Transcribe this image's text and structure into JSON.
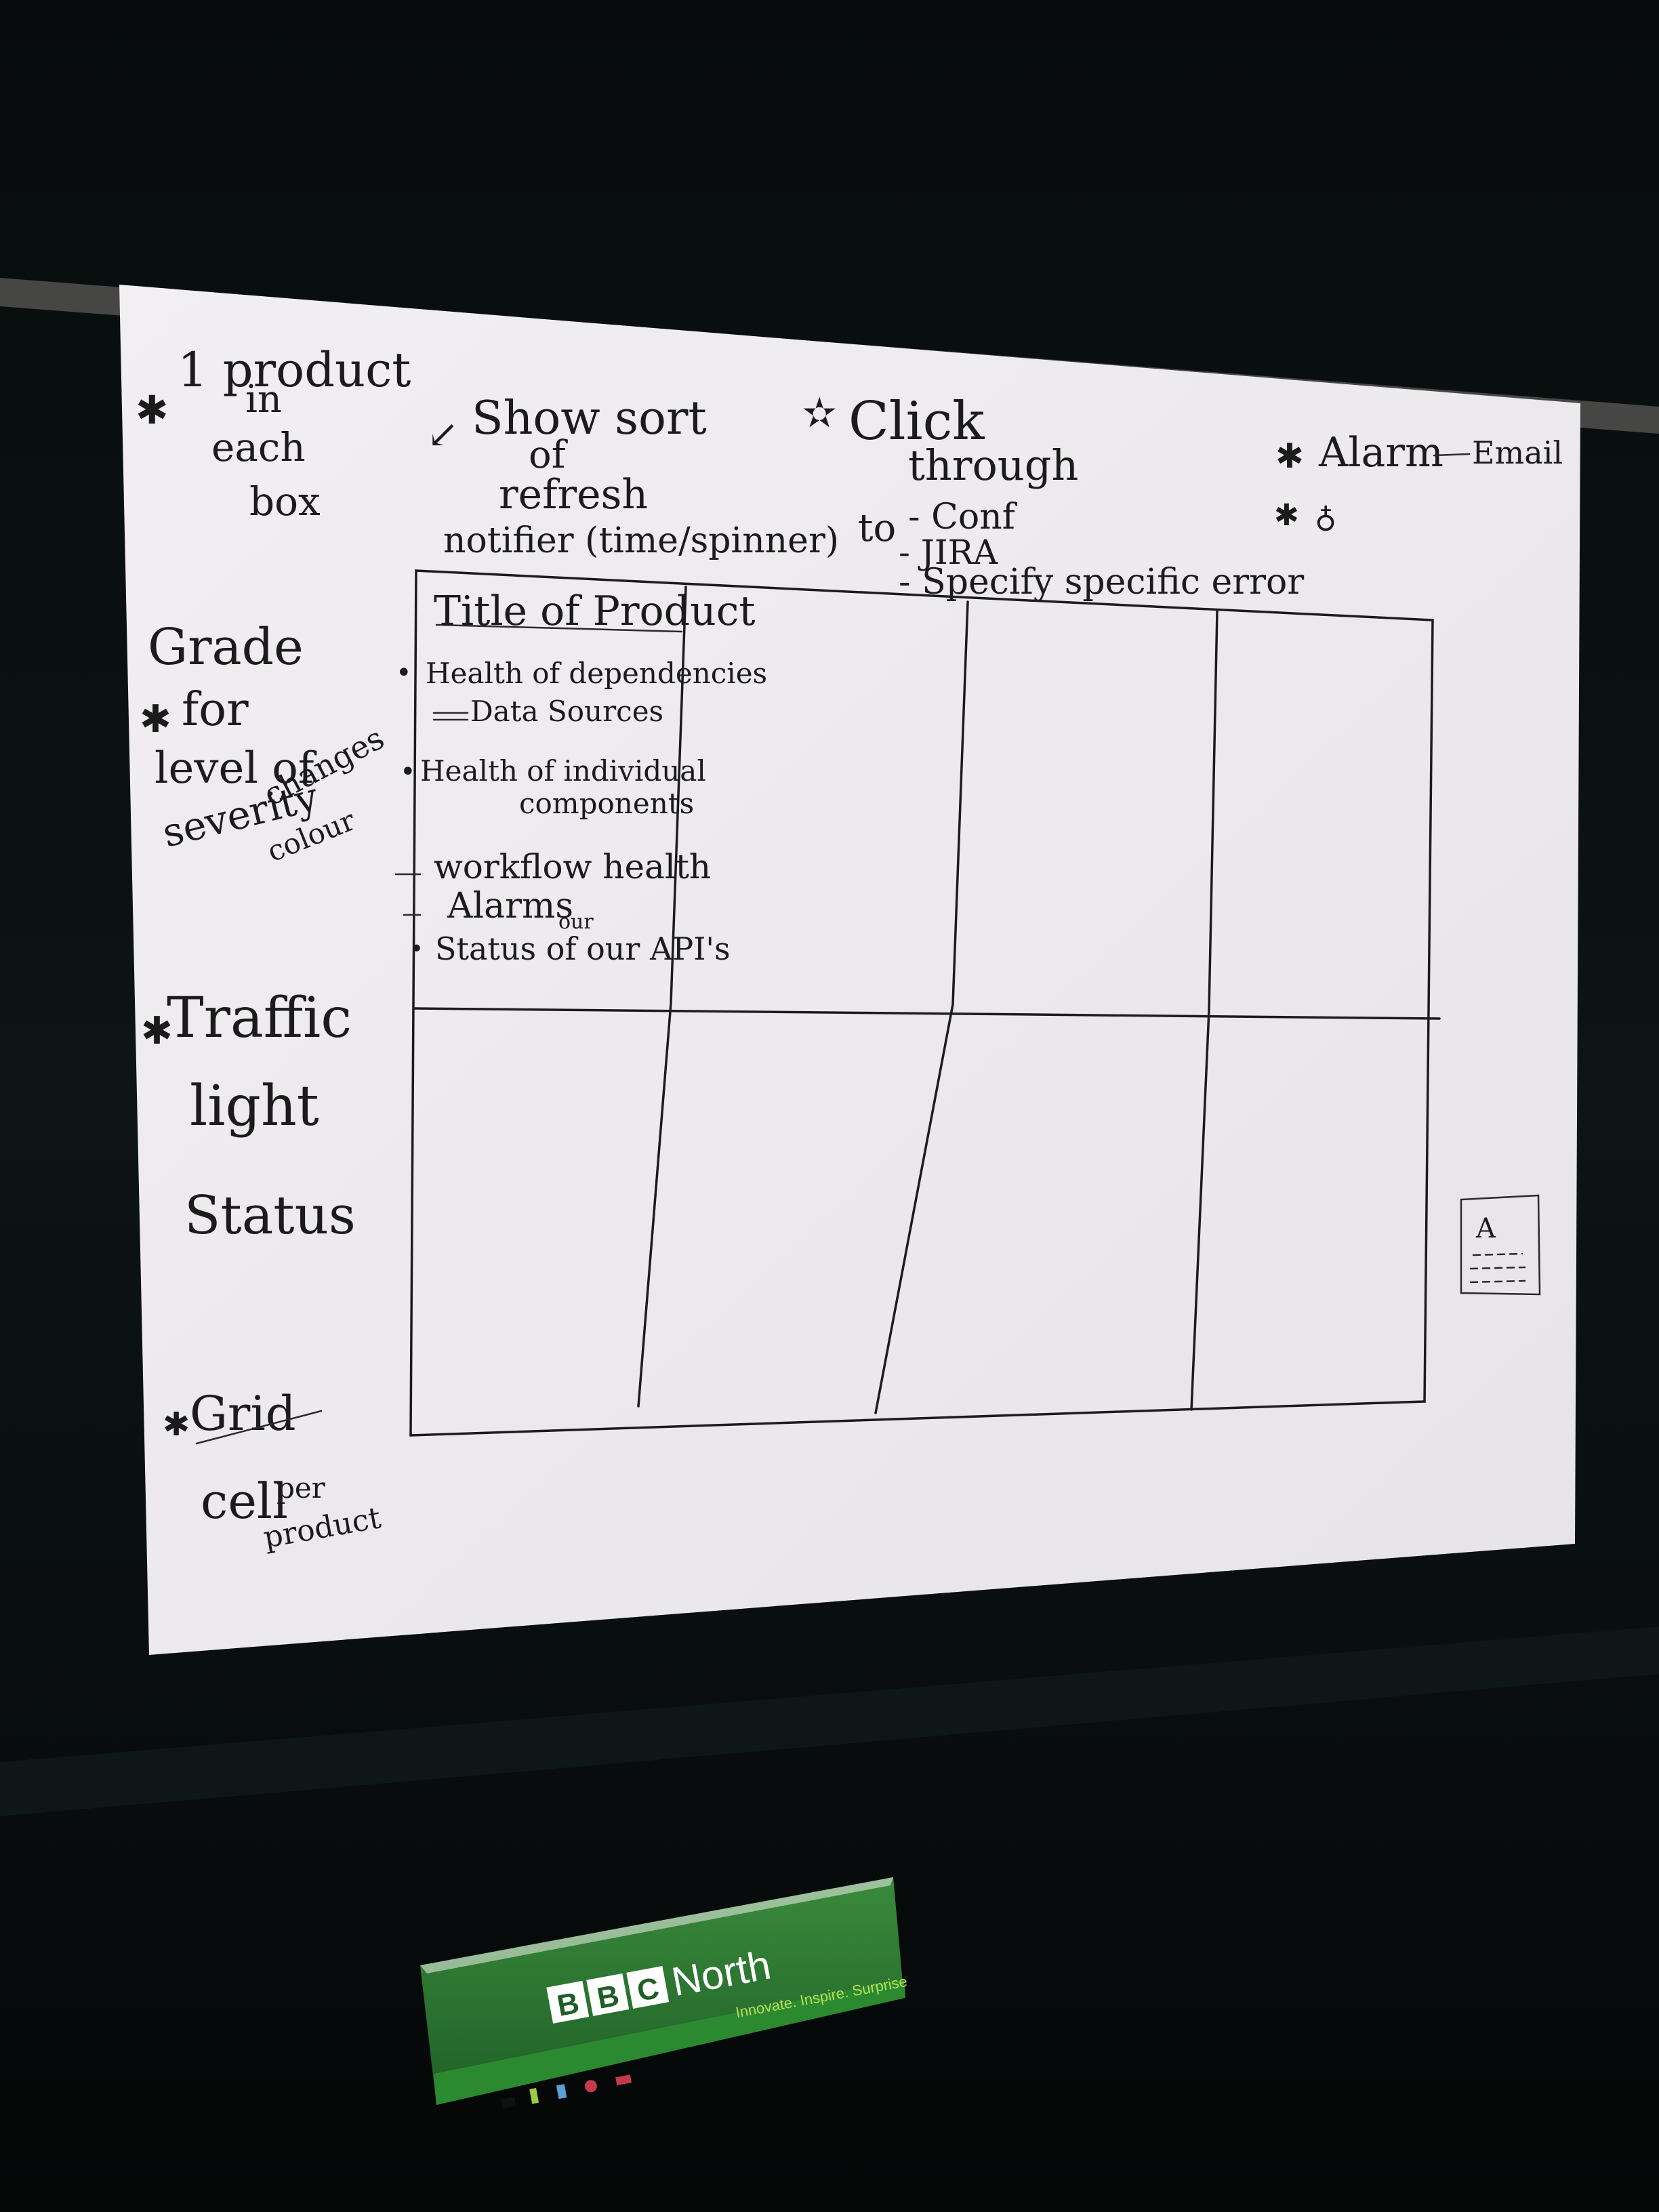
{
  "colors": {
    "background": "#0a1011",
    "paper": "#eeecef",
    "ink": "#1c1c1c",
    "sign_green": "#2f7a34",
    "sign_text": "#ffffff",
    "sign_tagline": "#b9dd5a"
  },
  "sheet": {
    "notes": {
      "product": [
        "1 product",
        "in",
        "each",
        "box"
      ],
      "refresh": [
        "Show sort",
        "of",
        "refresh",
        "notifier (time/spinner)"
      ],
      "click": [
        "Click",
        "through"
      ],
      "click_to": "to",
      "click_items": [
        "- Conf",
        "- JIRA",
        "- Specify specific error"
      ],
      "alarm": "Alarm",
      "alarm_email": "Email",
      "grade": [
        "Grade",
        "for",
        "level of",
        "severity",
        "changes",
        "colour"
      ],
      "traffic": [
        "Traffic",
        "light",
        "Status"
      ],
      "grid": [
        "Grid",
        "cell",
        "per",
        "product"
      ]
    },
    "cell": {
      "title": "Title of Product",
      "items": [
        "Health of dependencies",
        "Data Sources",
        "Health of individual",
        "components",
        "workflow health",
        "Alarms",
        "Status of our API's"
      ],
      "insert": "our"
    },
    "mini_card": {
      "label": "A"
    }
  },
  "sign": {
    "logo_letters": [
      "B",
      "B",
      "C"
    ],
    "name": "North",
    "tagline": "Innovate. Inspire. Surprise"
  }
}
